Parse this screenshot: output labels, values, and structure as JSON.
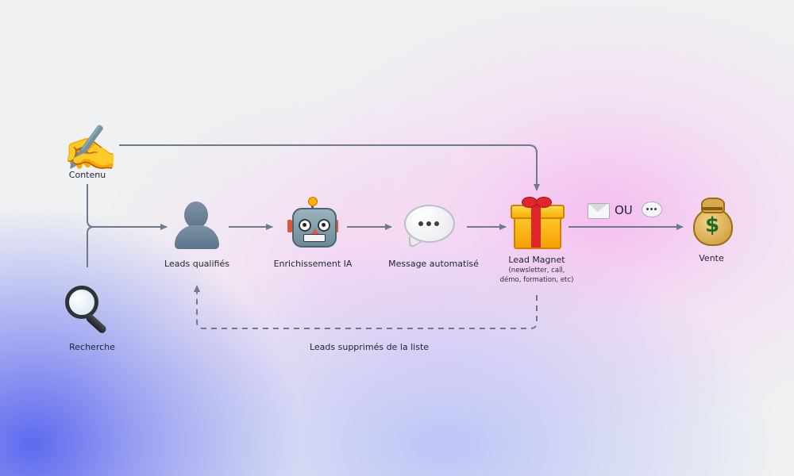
{
  "nodes": {
    "contenu": {
      "label": "Contenu",
      "icon": "writing-hand-icon"
    },
    "recherche": {
      "label": "Recherche",
      "icon": "magnifying-glass-icon"
    },
    "leads": {
      "label": "Leads qualifiés",
      "icon": "person-silhouette-icon"
    },
    "enrichissement": {
      "label": "Enrichissement IA",
      "icon": "robot-icon"
    },
    "message": {
      "label": "Message automatisé",
      "icon": "speech-bubble-icon"
    },
    "magnet": {
      "label": "Lead Magnet",
      "sublabel_1": "(newsletter, call,",
      "sublabel_2": "démo, formation, etc)",
      "icon": "gift-icon"
    },
    "vente": {
      "label": "Vente",
      "icon": "money-bag-icon"
    }
  },
  "channels": {
    "separator": "OU",
    "left_icon": "envelope-icon",
    "right_icon": "speech-bubble-icon"
  },
  "loop_label": "Leads supprimés de la liste",
  "colors": {
    "arrow": "#6f7b8a",
    "text": "#1d2433"
  }
}
